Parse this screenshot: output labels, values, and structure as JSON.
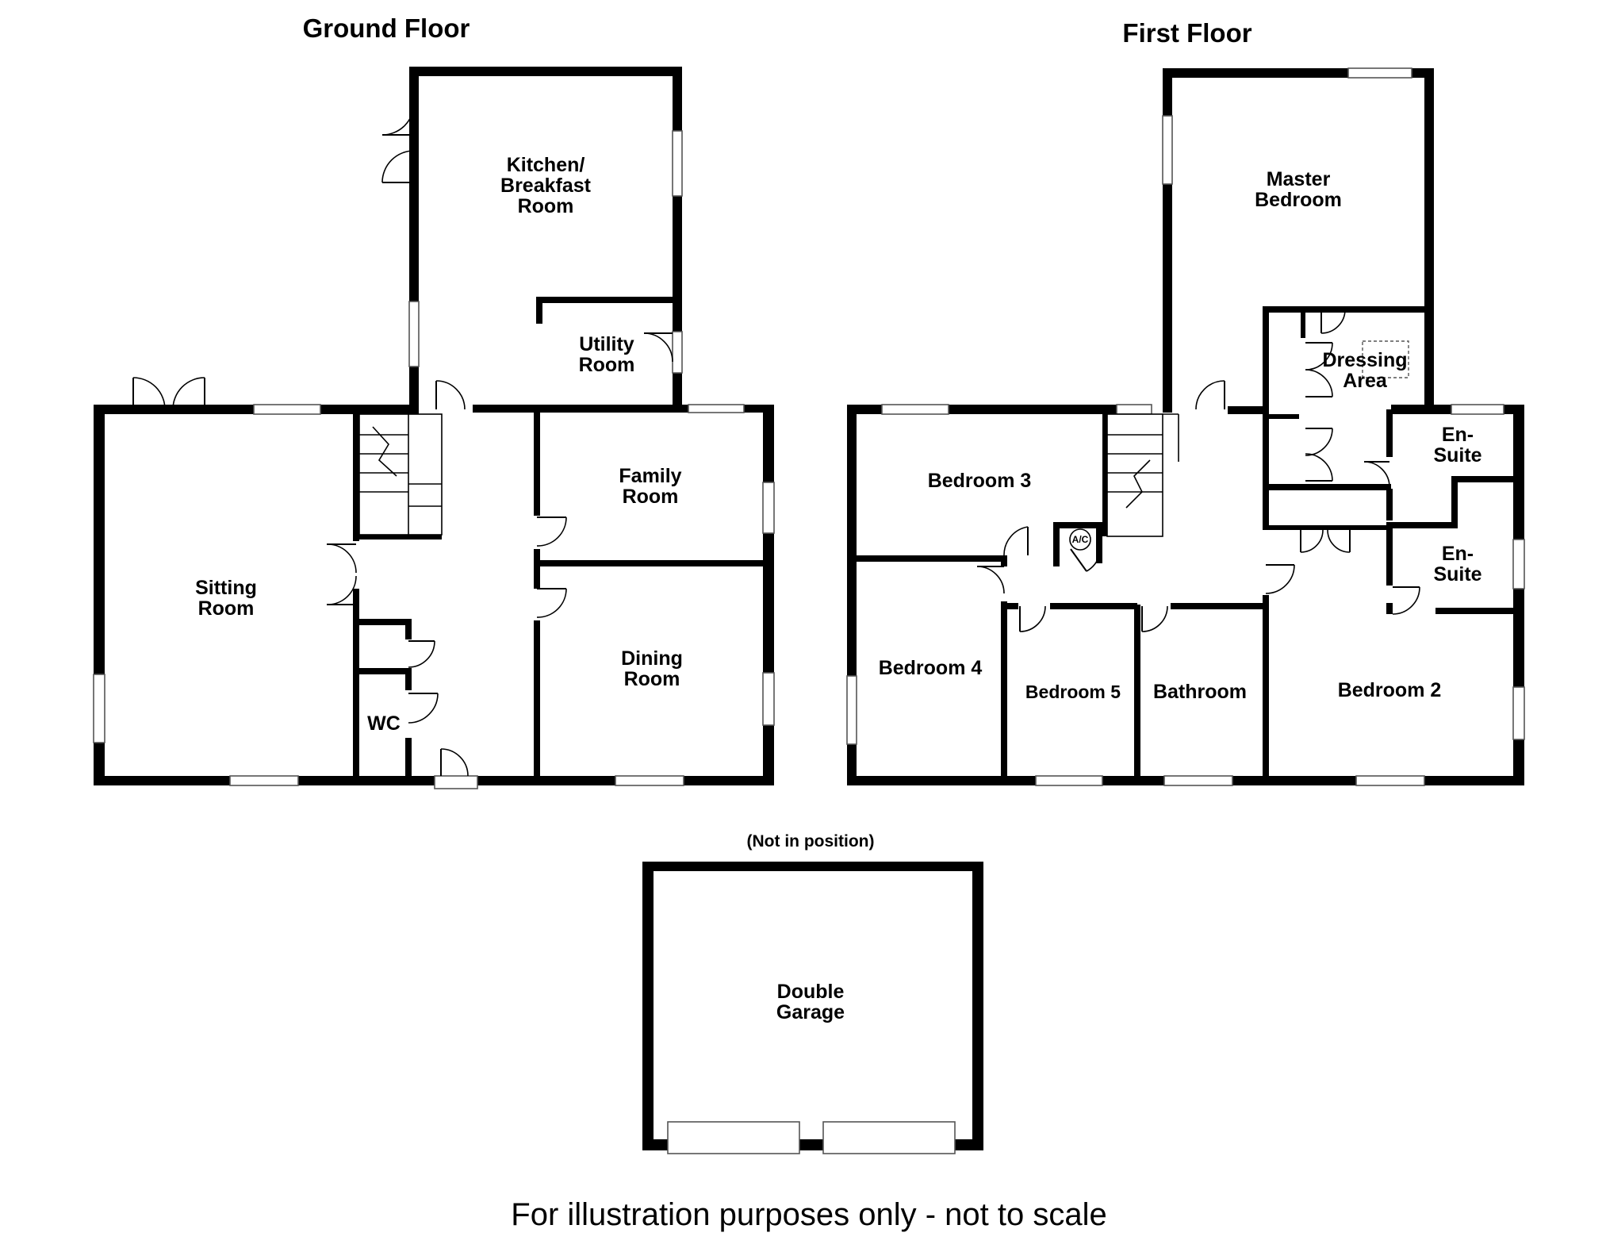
{
  "titles": {
    "ground_floor": "Ground Floor",
    "first_floor": "First Floor"
  },
  "ground_floor_rooms": {
    "kitchen": [
      "Kitchen/",
      "Breakfast",
      "Room"
    ],
    "utility": [
      "Utility",
      "Room"
    ],
    "sitting": [
      "Sitting",
      "Room"
    ],
    "family": [
      "Family",
      "Room"
    ],
    "dining": [
      "Dining",
      "Room"
    ],
    "wc": [
      "WC"
    ]
  },
  "first_floor_rooms": {
    "master": [
      "Master",
      "Bedroom"
    ],
    "dressing": [
      "Dressing",
      "Area"
    ],
    "ensuite_1": [
      "En-",
      "Suite"
    ],
    "ensuite_2": [
      "En-",
      "Suite"
    ],
    "bedroom_3": [
      "Bedroom 3"
    ],
    "bedroom_4": [
      "Bedroom 4"
    ],
    "bedroom_5": [
      "Bedroom 5"
    ],
    "bathroom": [
      "Bathroom"
    ],
    "bedroom_2": [
      "Bedroom 2"
    ],
    "airing_cupboard": [
      "A/C"
    ]
  },
  "garage": {
    "note": "(Not in position)",
    "label": [
      "Double",
      "Garage"
    ]
  },
  "footer": "For illustration purposes only - not to scale"
}
